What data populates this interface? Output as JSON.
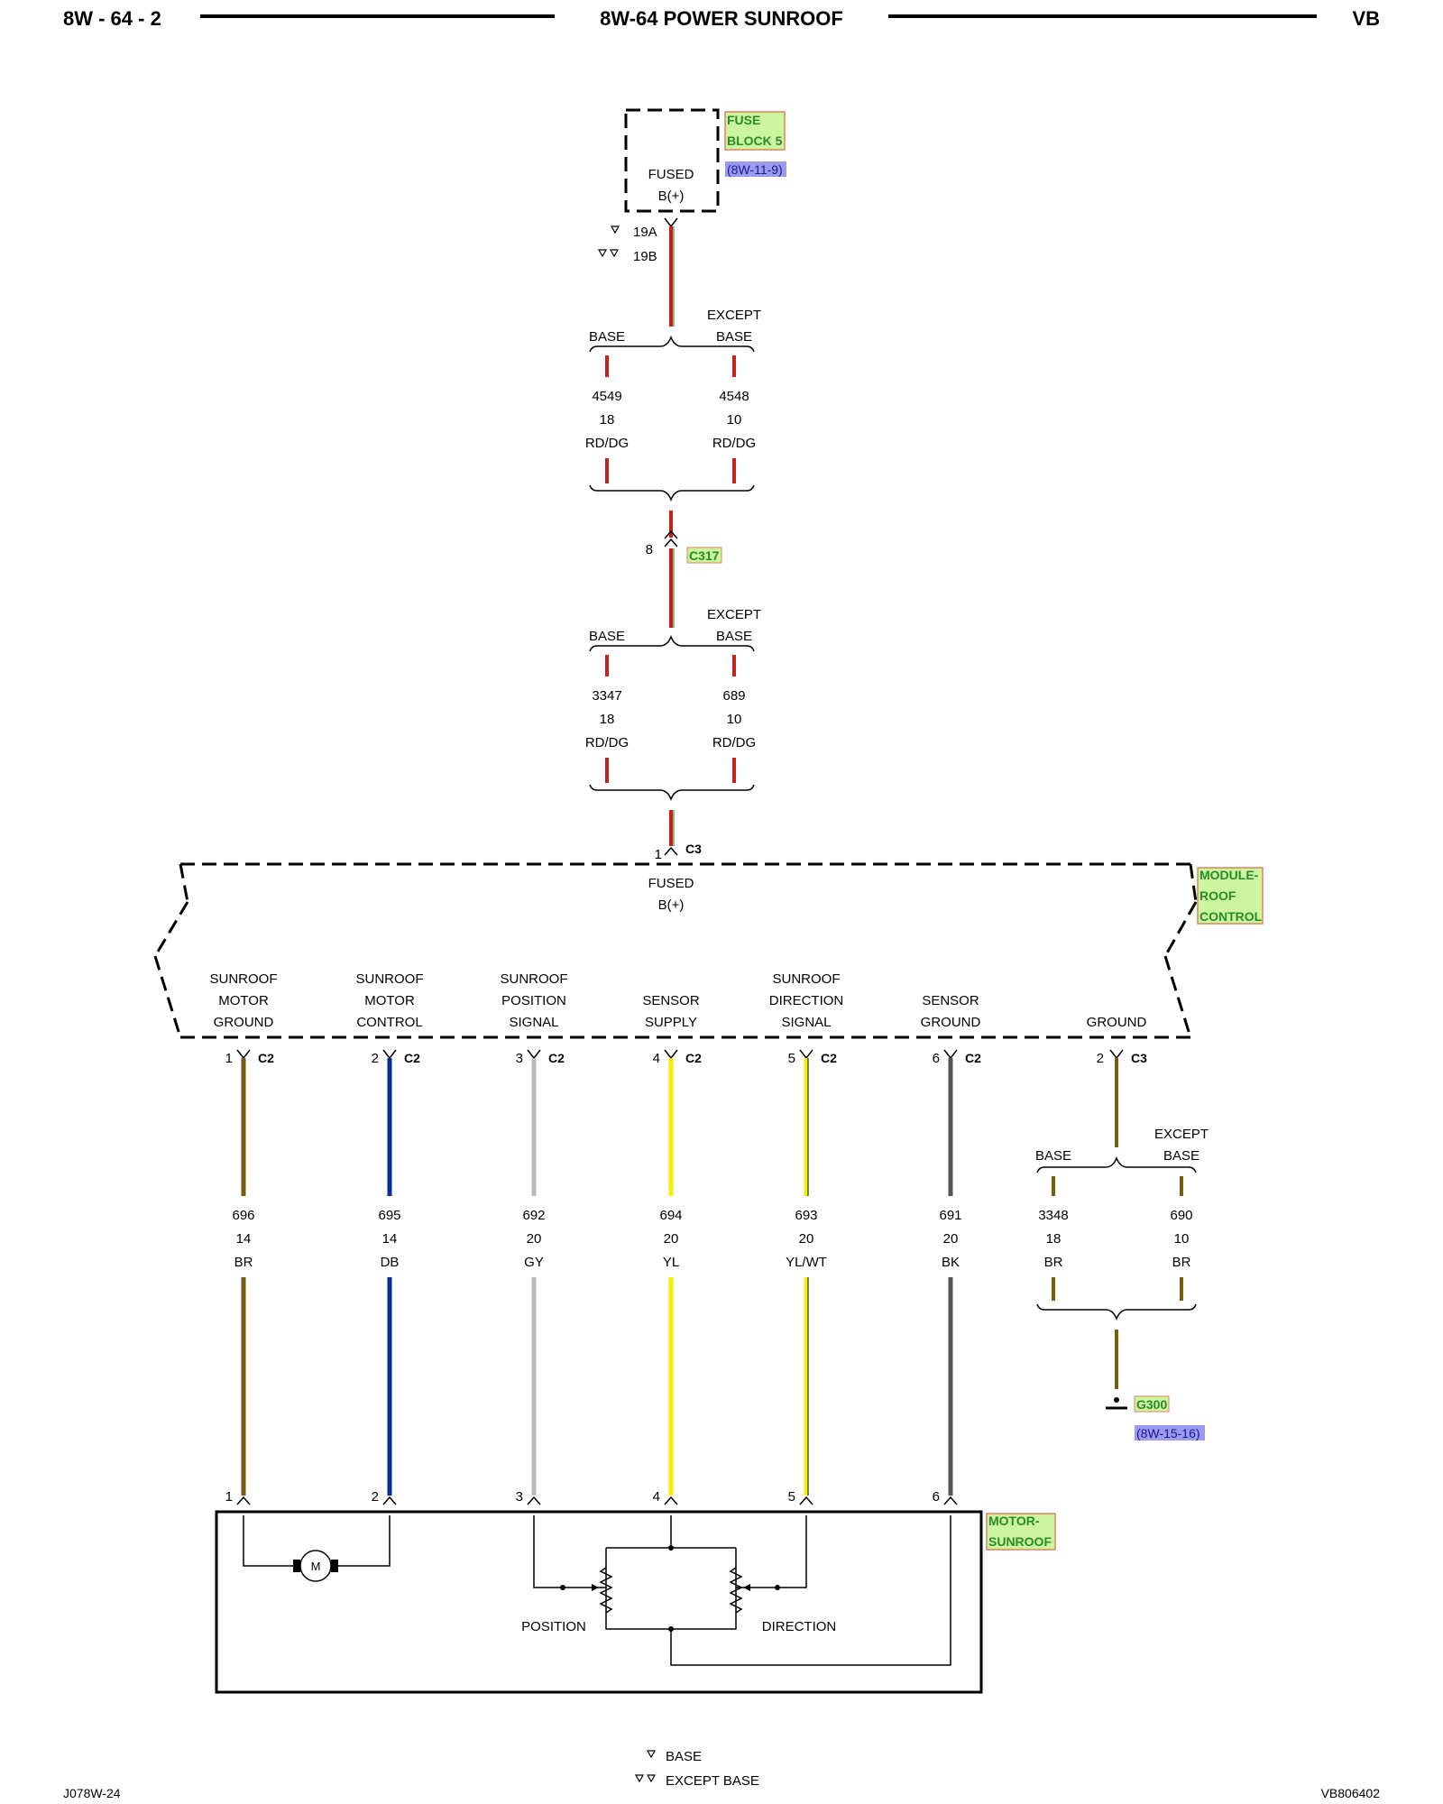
{
  "header": {
    "page": "8W - 64 - 2",
    "title": "8W-64 POWER SUNROOF",
    "vehicle": "VB"
  },
  "fuse_block": {
    "name_line1": "FUSE",
    "name_line2": "BLOCK 5",
    "ref": "(8W-11-9)",
    "label_line1": "FUSED",
    "label_line2": "B(+)",
    "cav_a": "19A",
    "cav_b": "19B"
  },
  "splice1": {
    "base": "BASE",
    "except1": "EXCEPT",
    "except2": "BASE",
    "wire_left": {
      "circuit": "4549",
      "gauge": "18",
      "color": "RD/DG"
    },
    "wire_right": {
      "circuit": "4548",
      "gauge": "10",
      "color": "RD/DG"
    }
  },
  "c317": {
    "pin": "8",
    "name": "C317"
  },
  "splice2": {
    "base": "BASE",
    "except1": "EXCEPT",
    "except2": "BASE",
    "wire_left": {
      "circuit": "3347",
      "gauge": "18",
      "color": "RD/DG"
    },
    "wire_right": {
      "circuit": "689",
      "gauge": "10",
      "color": "RD/DG"
    }
  },
  "module": {
    "input_pin": "1",
    "input_conn": "C3",
    "fused_line1": "FUSED",
    "fused_line2": "B(+)",
    "name_line1": "MODULE-",
    "name_line2": "ROOF",
    "name_line3": "CONTROL"
  },
  "terminals": [
    {
      "l1": "SUNROOF",
      "l2": "MOTOR",
      "l3": "GROUND",
      "pin": "1",
      "conn": "C2",
      "circuit": "696",
      "gauge": "14",
      "color": "BR",
      "hex": "#7a5c10",
      "mpin": "1"
    },
    {
      "l1": "SUNROOF",
      "l2": "MOTOR",
      "l3": "CONTROL",
      "pin": "2",
      "conn": "C2",
      "circuit": "695",
      "gauge": "14",
      "color": "DB",
      "hex": "#0a2a9a",
      "mpin": "2"
    },
    {
      "l1": "SUNROOF",
      "l2": "POSITION",
      "l3": "SIGNAL",
      "pin": "3",
      "conn": "C2",
      "circuit": "692",
      "gauge": "20",
      "color": "GY",
      "hex": "#bdbdbd",
      "mpin": "3"
    },
    {
      "l1": "",
      "l2": "SENSOR",
      "l3": "SUPPLY",
      "pin": "4",
      "conn": "C2",
      "circuit": "694",
      "gauge": "20",
      "color": "YL",
      "hex": "#f5f000",
      "mpin": "4"
    },
    {
      "l1": "SUNROOF",
      "l2": "DIRECTION",
      "l3": "SIGNAL",
      "pin": "5",
      "conn": "C2",
      "circuit": "693",
      "gauge": "20",
      "color": "YL/WT",
      "hex": "#f5f000",
      "mpin": "5"
    },
    {
      "l1": "",
      "l2": "SENSOR",
      "l3": "GROUND",
      "pin": "6",
      "conn": "C2",
      "circuit": "691",
      "gauge": "20",
      "color": "BK",
      "hex": "#555555",
      "mpin": "6"
    }
  ],
  "ground": {
    "label": "GROUND",
    "pin": "2",
    "conn": "C3",
    "base": "BASE",
    "except1": "EXCEPT",
    "except2": "BASE",
    "wire_left": {
      "circuit": "3348",
      "gauge": "18",
      "color": "BR"
    },
    "wire_right": {
      "circuit": "690",
      "gauge": "10",
      "color": "BR"
    },
    "g_name": "G300",
    "g_ref": "(8W-15-16)"
  },
  "motor": {
    "name_line1": "MOTOR-",
    "name_line2": "SUNROOF",
    "motor_symbol": "M",
    "position": "POSITION",
    "direction": "DIRECTION"
  },
  "legend": {
    "base": "BASE",
    "except_base": "EXCEPT BASE"
  },
  "footer": {
    "left": "J078W-24",
    "right": "VB806402"
  },
  "colors": {
    "red": "#c8201a",
    "brown": "#7a5c10",
    "tag_bg": "#ccf5a0",
    "tag_border": "#e08060",
    "ref_bg": "#9a9af0"
  }
}
